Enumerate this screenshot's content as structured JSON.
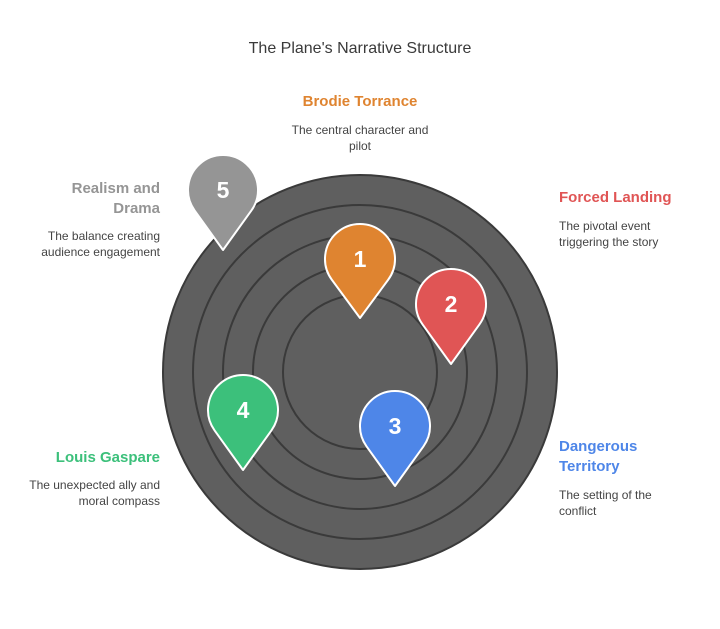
{
  "title": "The Plane's Narrative Structure",
  "colors": {
    "background_ring": "#5f5f5f",
    "ring_stroke": "#2f2f2f",
    "orange": "#df8430",
    "red": "#e05555",
    "blue": "#4e86e8",
    "green": "#3cc07b",
    "gray": "#959595"
  },
  "items": [
    {
      "number": "1",
      "label": "Brodie Torrance",
      "description": "The central character and pilot",
      "color": "#df8430"
    },
    {
      "number": "2",
      "label": "Forced Landing",
      "description": "The pivotal event triggering the story",
      "color": "#e05555"
    },
    {
      "number": "3",
      "label": "Dangerous Territory",
      "description": "The setting of the conflict",
      "color": "#4e86e8"
    },
    {
      "number": "4",
      "label": "Louis Gaspare",
      "description": "The unexpected ally and moral compass",
      "color": "#3cc07b"
    },
    {
      "number": "5",
      "label": "Realism and Drama",
      "description": "The balance creating audience engagement",
      "color": "#959595"
    }
  ]
}
